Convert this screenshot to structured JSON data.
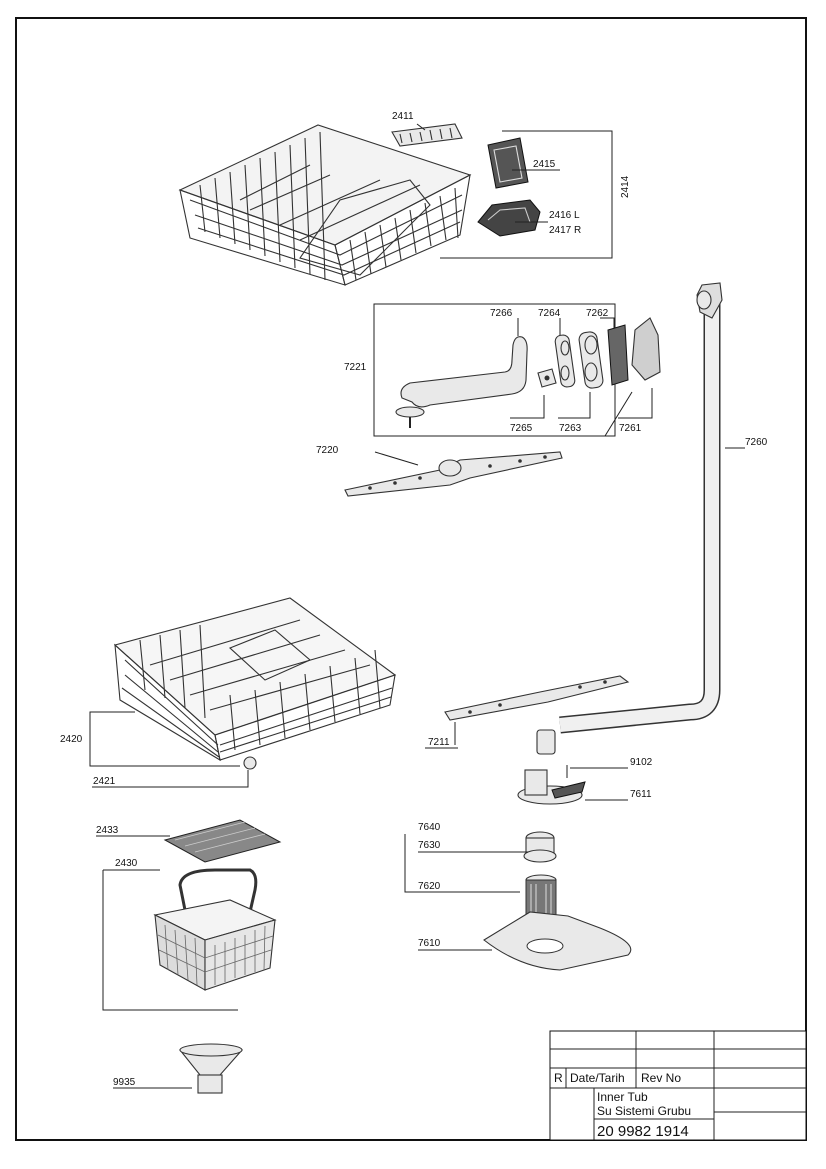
{
  "parts": {
    "p2411": "2411",
    "p2414": "2414",
    "p2415": "2415",
    "p2416": "2416 L",
    "p2417": "2417 R",
    "p7266": "7266",
    "p7264": "7264",
    "p7262": "7262",
    "p7221": "7221",
    "p7265": "7265",
    "p7263": "7263",
    "p7261": "7261",
    "p7220": "7220",
    "p7260": "7260",
    "p2420": "2420",
    "p2421": "2421",
    "p7211": "7211",
    "p9102": "9102",
    "p7611": "7611",
    "p2433": "2433",
    "p7640": "7640",
    "p7630": "7630",
    "p2430": "2430",
    "p7620": "7620",
    "p7610": "7610",
    "p9935": "9935"
  },
  "title_block": {
    "r": "R",
    "date_label": "Date/Tarih",
    "rev_label": "Rev No",
    "title_line1": "Inner Tub",
    "title_line2": "Su Sistemi Grubu",
    "drawing_number": "20 9982 1914"
  }
}
